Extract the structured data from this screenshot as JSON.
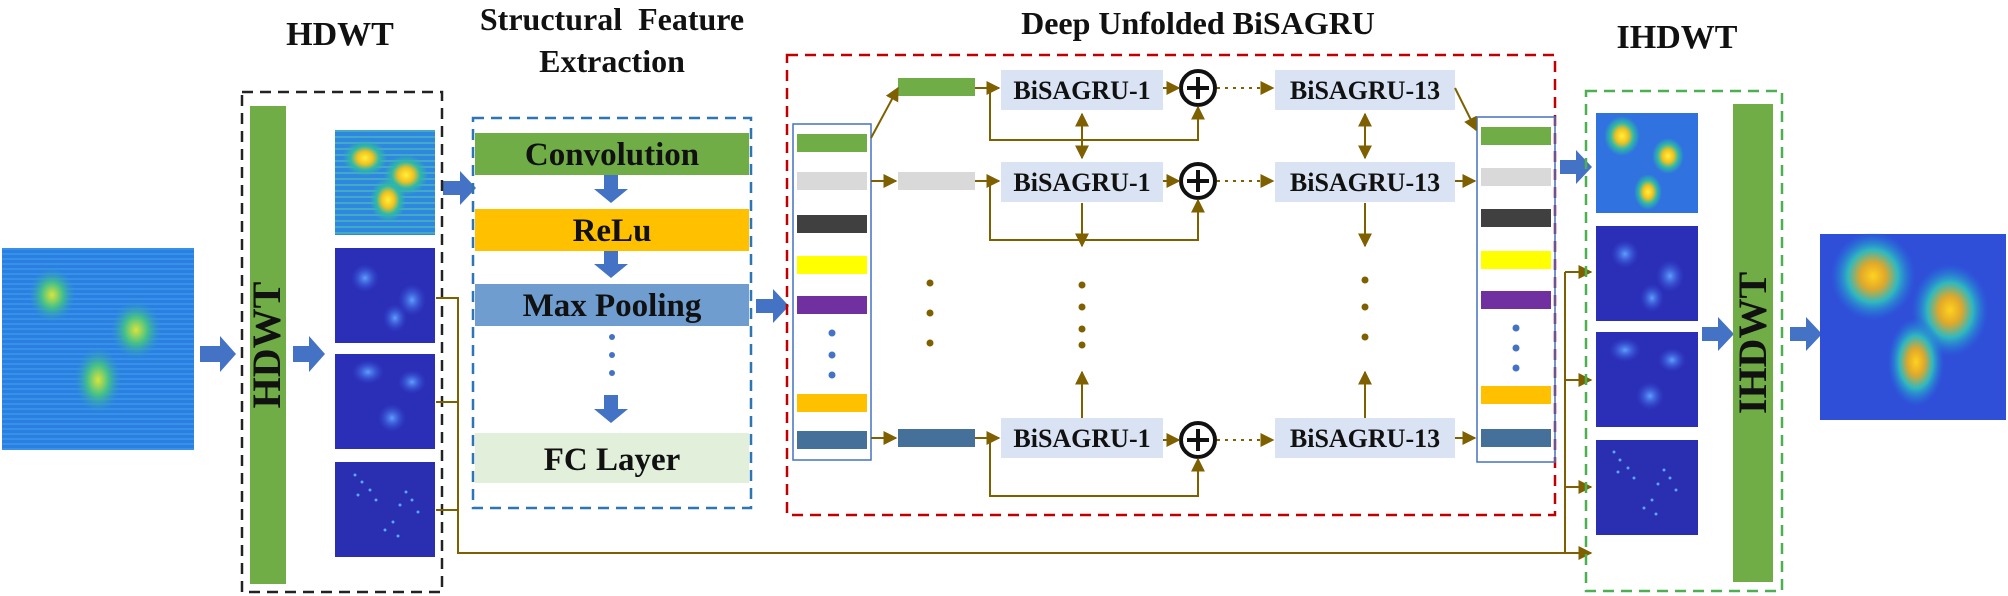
{
  "titles": {
    "hdwt": "HDWT",
    "sfe_line1": "Structural  Feature",
    "sfe_line2": "Extraction",
    "bisagru": "Deep Unfolded BiSAGRU",
    "ihdwt": "IHDWT"
  },
  "hdwt_bar": "HDWT",
  "ihdwt_bar": "IHDWT",
  "sfe": {
    "convolution": "Convolution",
    "relu": "ReLu",
    "max_pooling": "Max Pooling",
    "fc_layer": "FC Layer"
  },
  "bisagru": {
    "cell_first": "BiSAGRU-1",
    "cell_last": "BiSAGRU-13"
  },
  "colors": {
    "green_bar": "#70AD47",
    "blue_arrow": "#4472C4",
    "brown_arrow": "#7F6000",
    "conv": "#70AD47",
    "relu": "#FFC000",
    "maxpool": "#6F9DD0",
    "fc": "#E2EFDA",
    "cell": "#DAE3F3",
    "hdwt_border": "#222222",
    "sfe_border": "#2E75B6",
    "bisagru_border": "#C00000",
    "ihdwt_border": "#4CB050"
  },
  "strip_colors": [
    "#70AD47",
    "#D9D9D9",
    "#404040",
    "#FFFF00",
    "#7030A0",
    "#FFC000",
    "#44709A"
  ]
}
